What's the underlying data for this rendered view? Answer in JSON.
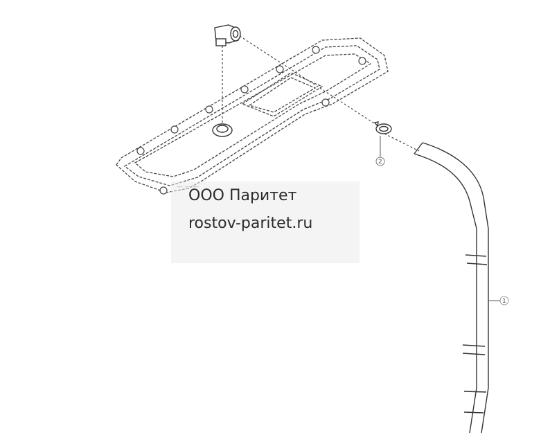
{
  "watermark": {
    "company": "ООО Паритет",
    "website": "rostov-paritet.ru"
  },
  "callouts": [
    {
      "label": "1",
      "part": "hose"
    },
    {
      "label": "2",
      "part": "clamp"
    }
  ],
  "colors": {
    "line": "#4a4a4a",
    "dashed": "#333333",
    "background": "#ffffff"
  }
}
